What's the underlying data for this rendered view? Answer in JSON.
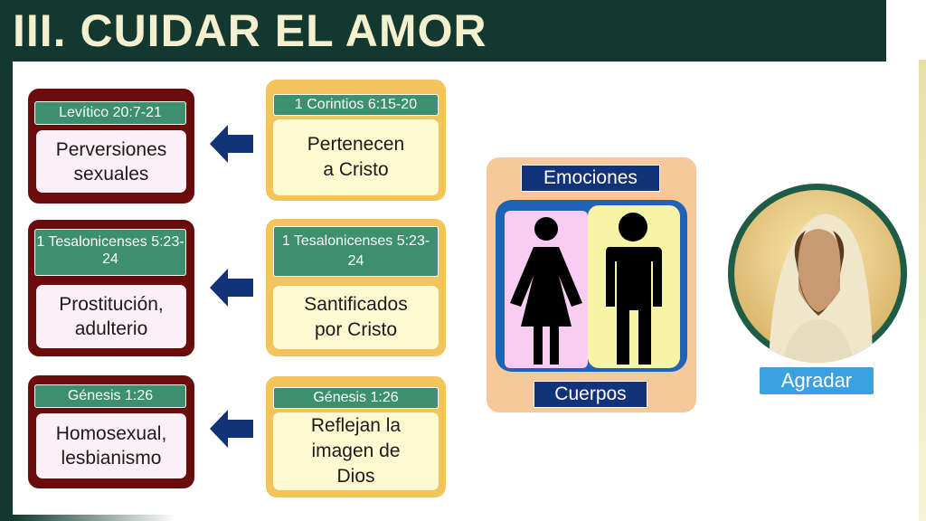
{
  "title": "III. CUIDAR EL AMOR",
  "left_boxes": [
    {
      "ref": "Levítico 20:7-21",
      "text": "Perversiones sexuales"
    },
    {
      "ref": "1 Tesalonicenses 5:23-24",
      "text": "Prostitución, adulterio"
    },
    {
      "ref": "Génesis 1:26",
      "text": "Homosexual, lesbianismo"
    }
  ],
  "middle_boxes": [
    {
      "ref": "1 Corintios 6:15-20",
      "text": "Pertenecen a Cristo"
    },
    {
      "ref": "1 Tesalonicenses 5:23-24",
      "text": "Santificados por Cristo"
    },
    {
      "ref": "Génesis 1:26",
      "text": "Reflejan la imagen de Dios"
    }
  ],
  "panel": {
    "top_label": "Emociones",
    "bottom_label": "Cuerpos"
  },
  "agradar": "Agradar",
  "colors": {
    "title_bg": "#12382f",
    "left_box": "#6a0c0c",
    "middle_box": "#f3c45c",
    "ref_tag": "#3c9070",
    "arrow": "#12327a",
    "agradar": "#3aa0e0"
  },
  "icons": [
    "left-arrow-icon",
    "woman-figure-icon",
    "man-figure-icon",
    "jesus-portrait"
  ]
}
